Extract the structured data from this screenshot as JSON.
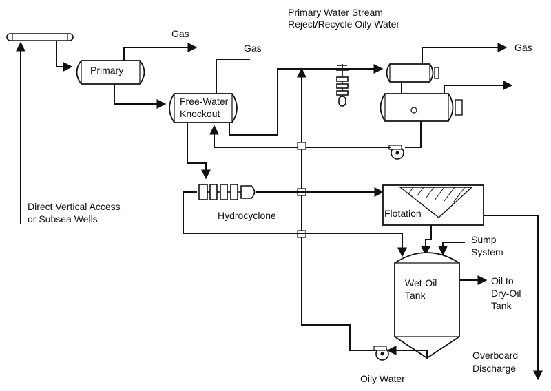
{
  "labels": {
    "gas": "Gas",
    "legend_line1": "Primary Water Stream",
    "legend_line2": "Reject/Recycle Oily Water",
    "primary": "Primary",
    "fwko_line1": "Free-Water",
    "fwko_line2": "Knockout",
    "wells_line1": "Direct Vertical Access",
    "wells_line2": "or Subsea Wells",
    "hydrocyclone": "Hydrocyclone",
    "flotation": "Flotation",
    "sump_line1": "Sump",
    "sump_line2": "System",
    "wetoil_line1": "Wet-Oil",
    "wetoil_line2": "Tank",
    "oil_line1": "Oil to",
    "oil_line2": "Dry-Oil",
    "oil_line3": "Tank",
    "overboard_line1": "Overboard",
    "overboard_line2": "Discharge",
    "oily_water": "Oily Water"
  },
  "colors": {
    "line": "#111111",
    "background": "#ffffff"
  }
}
